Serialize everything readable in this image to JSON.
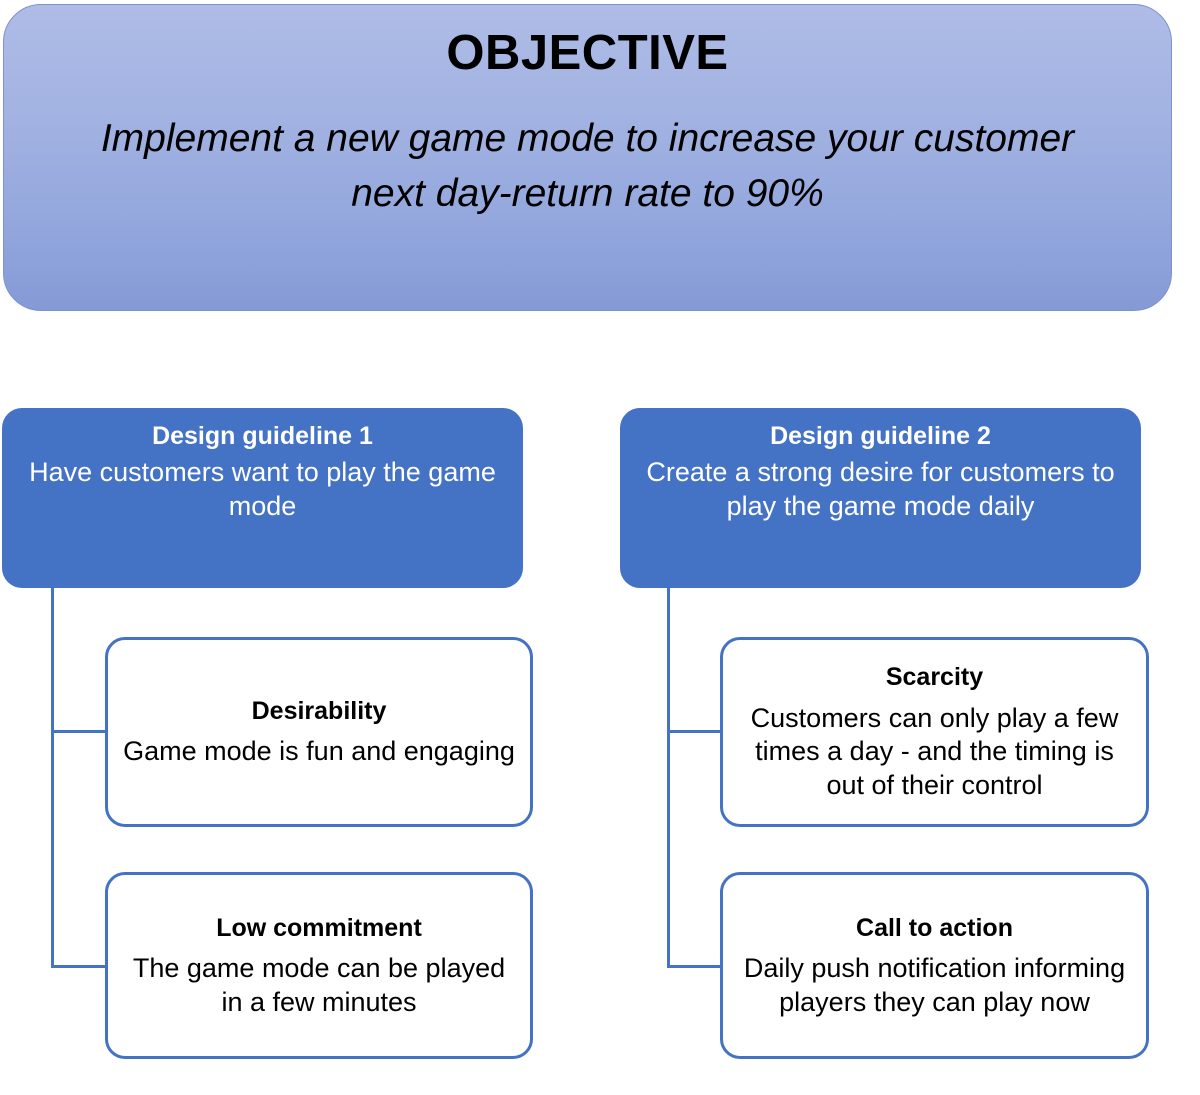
{
  "objective": {
    "title": "OBJECTIVE",
    "statement": "Implement a new game mode to increase your customer next day-return rate to 90%"
  },
  "colors": {
    "accent_blue": "#4472C4",
    "banner_gradient_top": "#AEBCE6",
    "banner_gradient_bottom": "#8599D6",
    "leaf_border": "#4472C4",
    "leaf_background": "#FFFFFF",
    "guideline_text": "#FFFFFF",
    "body_text": "#000000"
  },
  "columns": [
    {
      "guideline": {
        "title": "Design guideline 1",
        "description": "Have customers want to play the game mode"
      },
      "children": [
        {
          "title": "Desirability",
          "description": "Game mode is fun and engaging"
        },
        {
          "title": "Low commitment",
          "description": "The game mode can be played in a few minutes"
        }
      ]
    },
    {
      "guideline": {
        "title": "Design guideline 2",
        "description": "Create a strong desire for customers to play the game mode daily"
      },
      "children": [
        {
          "title": "Scarcity",
          "description": "Customers can only play a few times a day - and the timing is out of their control"
        },
        {
          "title": "Call to action",
          "description": "Daily push notification informing players they can play now"
        }
      ]
    }
  ]
}
